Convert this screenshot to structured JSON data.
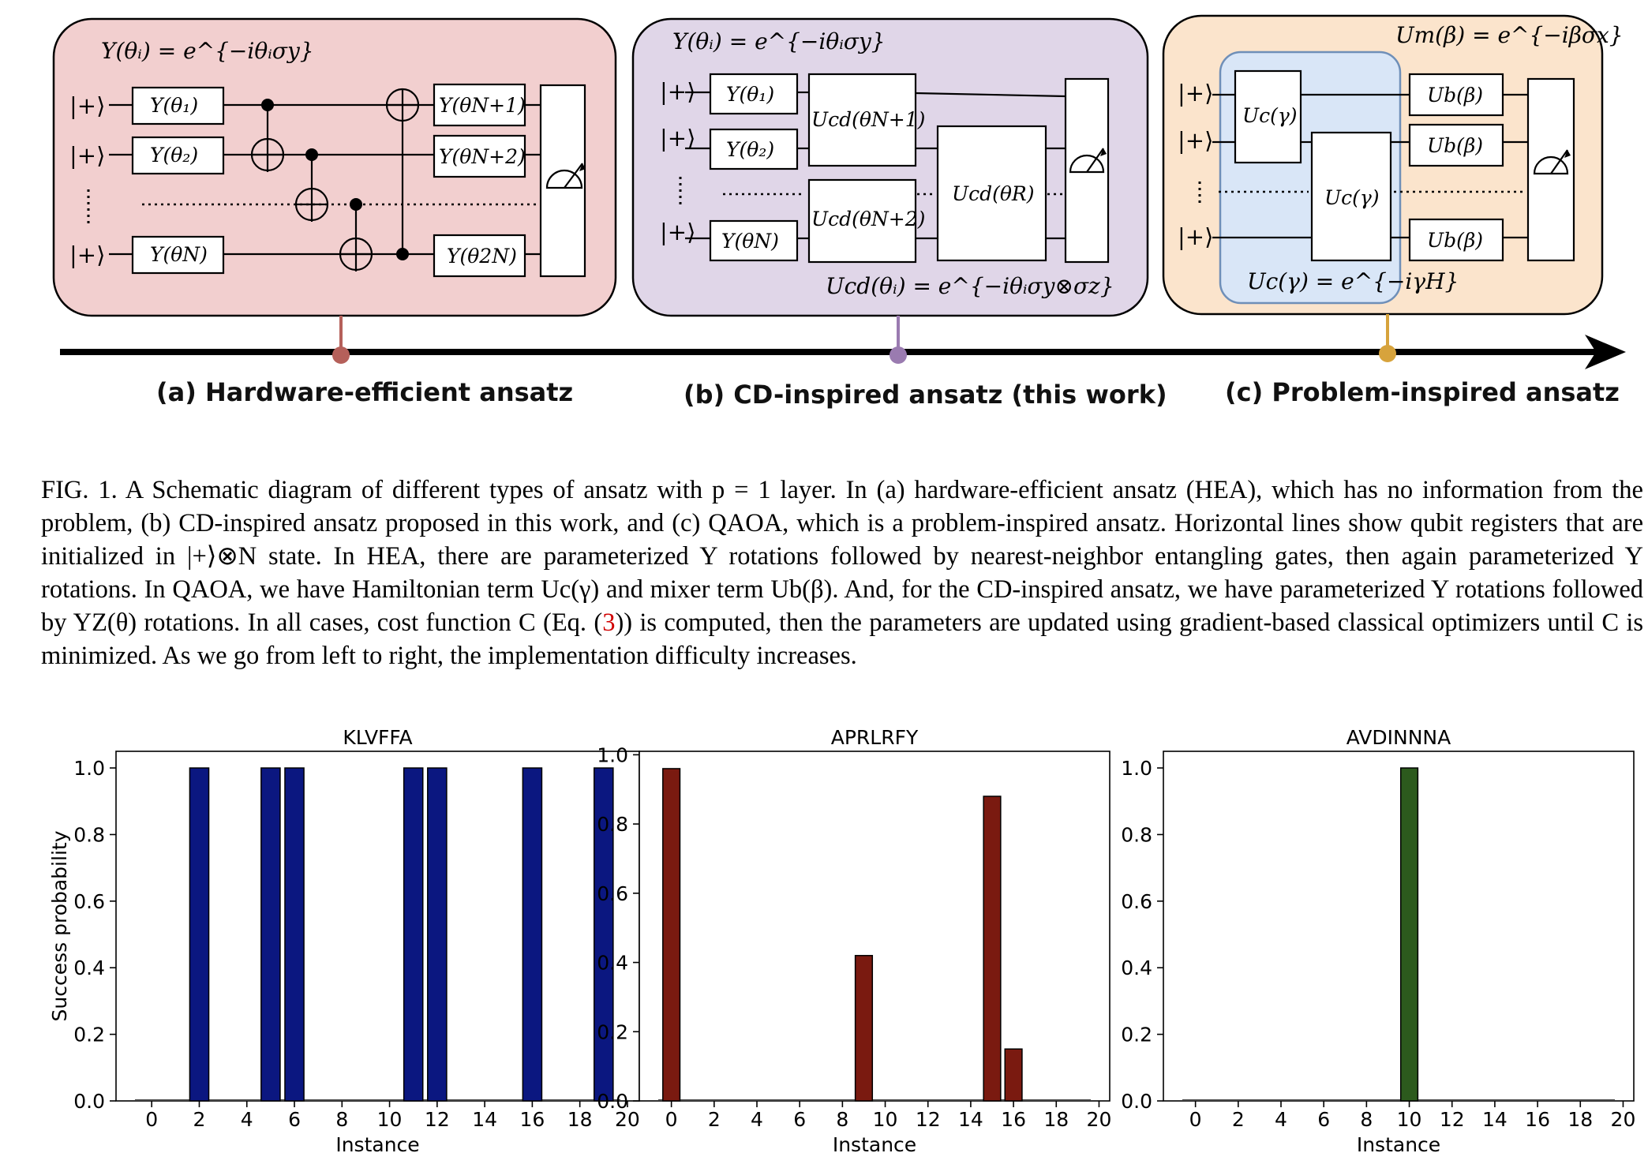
{
  "figure": {
    "panels": [
      {
        "label": "(a) Hardware-efficient ansatz",
        "formula_top": "Y(θᵢ) = e^{−iθᵢσy}",
        "inputs": [
          "|+⟩",
          "|+⟩",
          "|+⟩"
        ],
        "gates_first": [
          "Y(θ₁)",
          "Y(θ₂)",
          "Y(θN)"
        ],
        "gates_second": [
          "Y(θN+1)",
          "Y(θN+2)",
          "Y(θ2N)"
        ],
        "color": "#f2cfcf",
        "marker_color": "#b5605a"
      },
      {
        "label": "(b) CD-inspired ansatz (this work)",
        "formula_top": "Y(θᵢ) = e^{−iθᵢσy}",
        "formula_bottom": "Ucd(θᵢ) = e^{−iθᵢσy⊗σz}",
        "inputs": [
          "|+⟩",
          "|+⟩",
          "|+⟩"
        ],
        "gates_first": [
          "Y(θ₁)",
          "Y(θ₂)",
          "Y(θN)"
        ],
        "gates_cd": [
          "Ucd(θN+1)",
          "Ucd(θN+2)",
          "Ucd(θR)"
        ],
        "color": "#e0d6e8",
        "marker_color": "#9a7bb0"
      },
      {
        "label": "(c) Problem-inspired ansatz",
        "formula_top": "Um(β) = e^{−iβσx}",
        "formula_bottom": "Uc(γ) = e^{−iγH}",
        "inputs": [
          "|+⟩",
          "|+⟩",
          "|+⟩"
        ],
        "gates_c": [
          "Uc(γ)",
          "Uc(γ)"
        ],
        "gates_b": [
          "Ub(β)",
          "Ub(β)",
          "Ub(β)"
        ],
        "color": "#fbe4cc",
        "inner_color": "#d9e6f7",
        "marker_color": "#d7a33c"
      }
    ]
  },
  "caption": {
    "fig_label": "FIG. 1.",
    "ref_number": "3",
    "text_before_ref": "A Schematic diagram of different types of ansatz with p = 1 layer. In (a) hardware-efficient ansatz (HEA), which has no information from the problem, (b) CD-inspired ansatz proposed in this work, and (c) QAOA, which is a problem-inspired ansatz. Horizontal lines show qubit registers that are initialized in |+⟩⊗N state. In HEA, there are parameterized Y rotations followed by nearest-neighbor entangling gates, then again parameterized Y rotations. In QAOA, we have Hamiltonian term Uc(γ) and mixer term Ub(β). And, for the CD-inspired ansatz, we have parameterized Y rotations followed by YZ(θ) rotations. In all cases, cost function C (Eq. (",
    "text_after_ref": ")) is computed, then the parameters are updated using gradient-based classical optimizers until C is minimized. As we go from left to right, the implementation difficulty increases."
  },
  "chart_data": [
    {
      "type": "bar",
      "title": "KLVFFA",
      "xlabel": "Instance",
      "ylabel": "Success probability",
      "color": "#0b1780",
      "x": [
        2,
        5,
        6,
        11,
        12,
        16,
        19
      ],
      "values": [
        1.0,
        1.0,
        1.0,
        1.0,
        1.0,
        1.0,
        1.0
      ],
      "xlim": [
        -1.5,
        20.5
      ],
      "ylim": [
        0,
        1.05
      ],
      "xticks": [
        "0",
        "2",
        "4",
        "6",
        "8",
        "10",
        "12",
        "14",
        "16",
        "18",
        "20"
      ],
      "yticks": [
        "0.0",
        "0.2",
        "0.4",
        "0.6",
        "0.8",
        "1.0"
      ]
    },
    {
      "type": "bar",
      "title": "APRLRFY",
      "xlabel": "Instance",
      "ylabel": "",
      "color": "#7a1a10",
      "x": [
        0,
        9,
        15,
        16
      ],
      "values": [
        0.96,
        0.42,
        0.88,
        0.15
      ],
      "xlim": [
        -1.5,
        20.5
      ],
      "ylim": [
        0,
        1.01
      ],
      "xticks": [
        "0",
        "2",
        "4",
        "6",
        "8",
        "10",
        "12",
        "14",
        "16",
        "18",
        "20"
      ],
      "yticks": [
        "0.0",
        "0.2",
        "0.4",
        "0.6",
        "0.8",
        "1.0"
      ]
    },
    {
      "type": "bar",
      "title": "AVDINNNA",
      "xlabel": "Instance",
      "ylabel": "",
      "color": "#2c5a1d",
      "x": [
        10
      ],
      "values": [
        1.0
      ],
      "xlim": [
        -1.5,
        20.5
      ],
      "ylim": [
        0,
        1.05
      ],
      "xticks": [
        "0",
        "2",
        "4",
        "6",
        "8",
        "10",
        "12",
        "14",
        "16",
        "18",
        "20"
      ],
      "yticks": [
        "0.0",
        "0.2",
        "0.4",
        "0.6",
        "0.8",
        "1.0"
      ]
    }
  ]
}
